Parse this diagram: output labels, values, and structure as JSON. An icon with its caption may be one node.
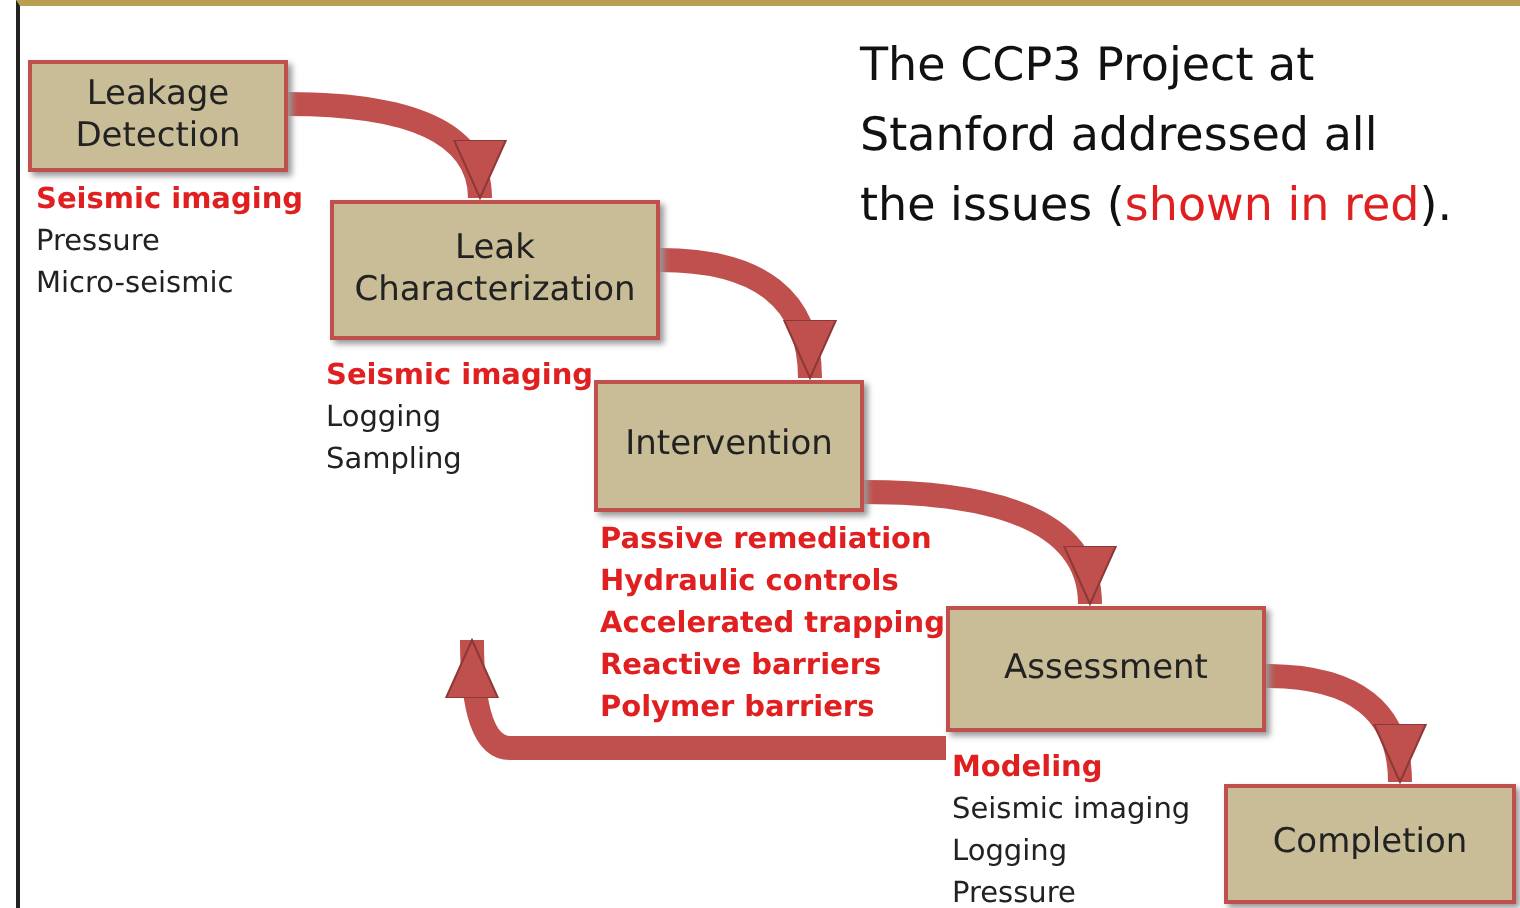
{
  "diagram": {
    "title": "The CCP3 Project at Stanford addressed all the issues (*shown in red*).",
    "nodes": [
      {
        "text": [
          "Leakage Detection"
        ],
        "beside": [
          "**Seismic imaging**",
          "Pressure",
          "Micro-seismic"
        ]
      },
      {
        "text": [
          "Leak Characterization"
        ],
        "beside": [
          "**Seismic imaging**",
          "Logging",
          "Sampling"
        ]
      },
      {
        "text": [
          "Intervention"
        ],
        "beside": [
          "**Passive remediation**",
          "**Hydraulic controls**",
          "**Accelerated trapping**",
          "**Reactive barriers**",
          "**Polymer barriers**"
        ]
      },
      {
        "text": [
          "Assessment"
        ],
        "beside": [
          "**Modeling**",
          "Seismic imaging",
          "Logging",
          "Pressure"
        ]
      },
      {
        "text": [
          "Completion"
        ]
      }
    ],
    "edges": [
      {
        "from": 0,
        "to": 1,
        "arrow": "to"
      },
      {
        "from": 1,
        "to": 2,
        "arrow": "to"
      },
      {
        "from": 2,
        "to": 3,
        "arrow": "to"
      },
      {
        "from": 3,
        "to": 4,
        "arrow": "to"
      },
      {
        "from": 3,
        "to": null,
        "arrow": "to"
      }
    ]
  }
}
